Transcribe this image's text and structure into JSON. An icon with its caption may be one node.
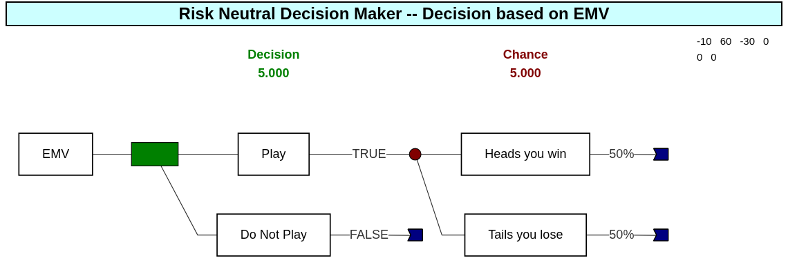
{
  "diagram": {
    "title": "Risk Neutral Decision Maker -- Decision based on EMV",
    "nodes": [
      {
        "text": [
          "EMV"
        ]
      },
      {
        "text": [],
        "shape": "box",
        "beside": [
          "Decision",
          "5.000"
        ]
      },
      {
        "text": [
          "Play"
        ]
      },
      {
        "text": [
          "Do Not Play"
        ]
      },
      {
        "text": [],
        "shape": "circle",
        "beside": [
          "Chance",
          "5.000"
        ]
      },
      {
        "text": [
          "Heads you win"
        ]
      },
      {
        "text": [
          "Tails you lose"
        ]
      },
      {
        "text": [],
        "shape": "triangle"
      },
      {
        "text": [],
        "shape": "triangle"
      },
      {
        "text": [],
        "shape": "triangle"
      }
    ],
    "edges": [
      {
        "from": 0,
        "to": 1,
        "arrow": "none"
      },
      {
        "from": 1,
        "to": 2,
        "arrow": "none"
      },
      {
        "from": 1,
        "to": 3,
        "arrow": "none"
      },
      {
        "from": 2,
        "to": 4,
        "label": "TRUE",
        "arrow": "none"
      },
      {
        "from": 4,
        "to": 5,
        "arrow": "none"
      },
      {
        "from": 4,
        "to": 6,
        "arrow": "none"
      },
      {
        "from": 5,
        "to": 7,
        "label": "50%",
        "arrow": "none"
      },
      {
        "from": 6,
        "to": 8,
        "label": "50%",
        "arrow": "none"
      },
      {
        "from": 3,
        "to": 9,
        "label": "FALSE",
        "arrow": "none"
      }
    ],
    "labels": [
      "-10",
      "60",
      "-30",
      "0",
      "0",
      "0"
    ]
  }
}
